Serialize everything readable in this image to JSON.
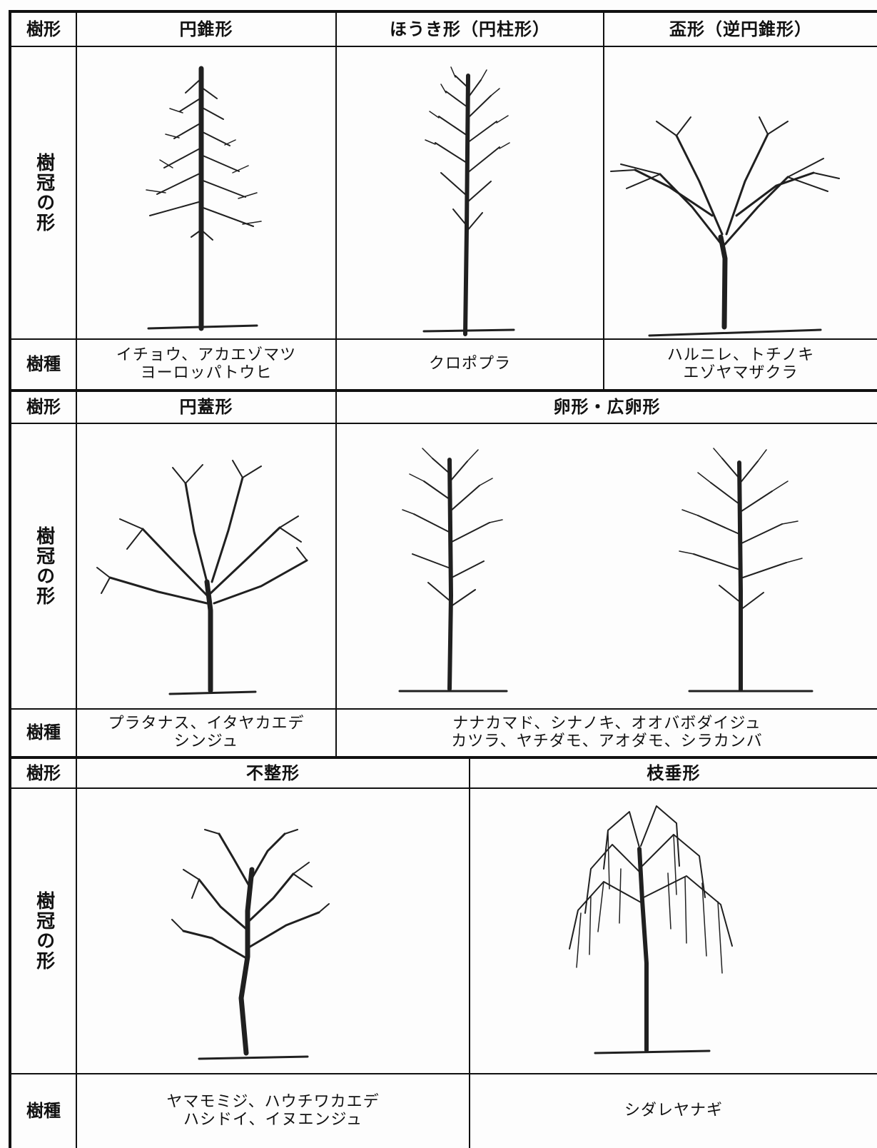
{
  "labels": {
    "tree_form": "樹形",
    "crown_shape": "樹冠の形",
    "species": "樹種"
  },
  "rows": [
    {
      "forms": [
        {
          "name": "円錐形",
          "species": "イチョウ、アカエゾマツ\nヨーロッパトウヒ",
          "icon": "conical-tree-icon"
        },
        {
          "name": "ほうき形（円柱形）",
          "species": "クロポプラ",
          "icon": "columnar-tree-icon"
        },
        {
          "name": "盃形（逆円錐形）",
          "species": "ハルニレ、トチノキ\nエゾヤマザクラ",
          "icon": "vase-tree-icon"
        }
      ]
    },
    {
      "forms": [
        {
          "name": "円蓋形",
          "species": "プラタナス、イタヤカエデ\nシンジュ",
          "icon": "dome-tree-icon"
        },
        {
          "name": "卵形・広卵形",
          "species": "ナナカマド、シナノキ、オオバボダイジュ\nカツラ、ヤチダモ、アオダモ、シラカンバ",
          "icons": [
            "ovate-tree-icon",
            "broad-ovate-tree-icon"
          ]
        }
      ]
    },
    {
      "forms": [
        {
          "name": "不整形",
          "species": "ヤマモミジ、ハウチワカエデ\nハシドイ、イヌエンジュ",
          "icon": "irregular-tree-icon"
        },
        {
          "name": "枝垂形",
          "species": "シダレヤナギ",
          "icon": "weeping-tree-icon"
        }
      ]
    }
  ]
}
